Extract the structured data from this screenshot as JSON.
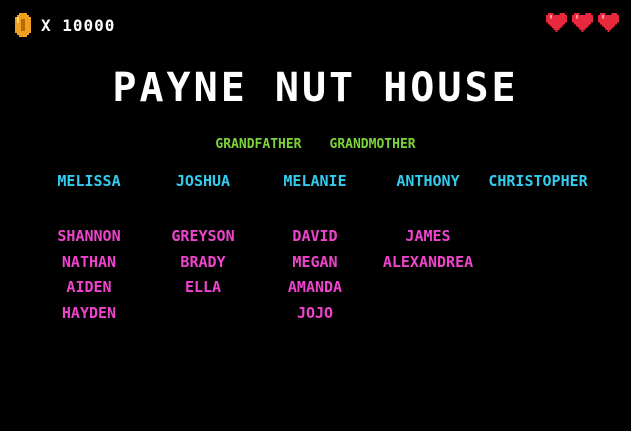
{
  "hud": {
    "coin_icon": "coin-icon",
    "coin_text": "X 10000",
    "lives": 3,
    "heart_icon": "heart-icon"
  },
  "title": "PAYNE NUT HOUSE",
  "grandparents": [
    "GRANDFATHER",
    "GRANDMOTHER"
  ],
  "children": [
    "MELISSA",
    "JOSHUA",
    "MELANIE",
    "ANTHONY",
    "CHRISTOPHER"
  ],
  "grandchildren": [
    [
      "SHANNON",
      "NATHAN",
      "AIDEN",
      "HAYDEN"
    ],
    [
      "GREYSON",
      "BRADY",
      "ELLA"
    ],
    [
      "DAVID",
      "MEGAN",
      "AMANDA",
      "JOJO"
    ],
    [
      "JAMES",
      "ALEXANDREA"
    ]
  ],
  "colors": {
    "background": "#000000",
    "title": "#ffffff",
    "grandparents": "#7dd33a",
    "children": "#33ccee",
    "grandchildren": "#ee44cc",
    "coin": "#f0a020",
    "heart": "#e8283c"
  }
}
